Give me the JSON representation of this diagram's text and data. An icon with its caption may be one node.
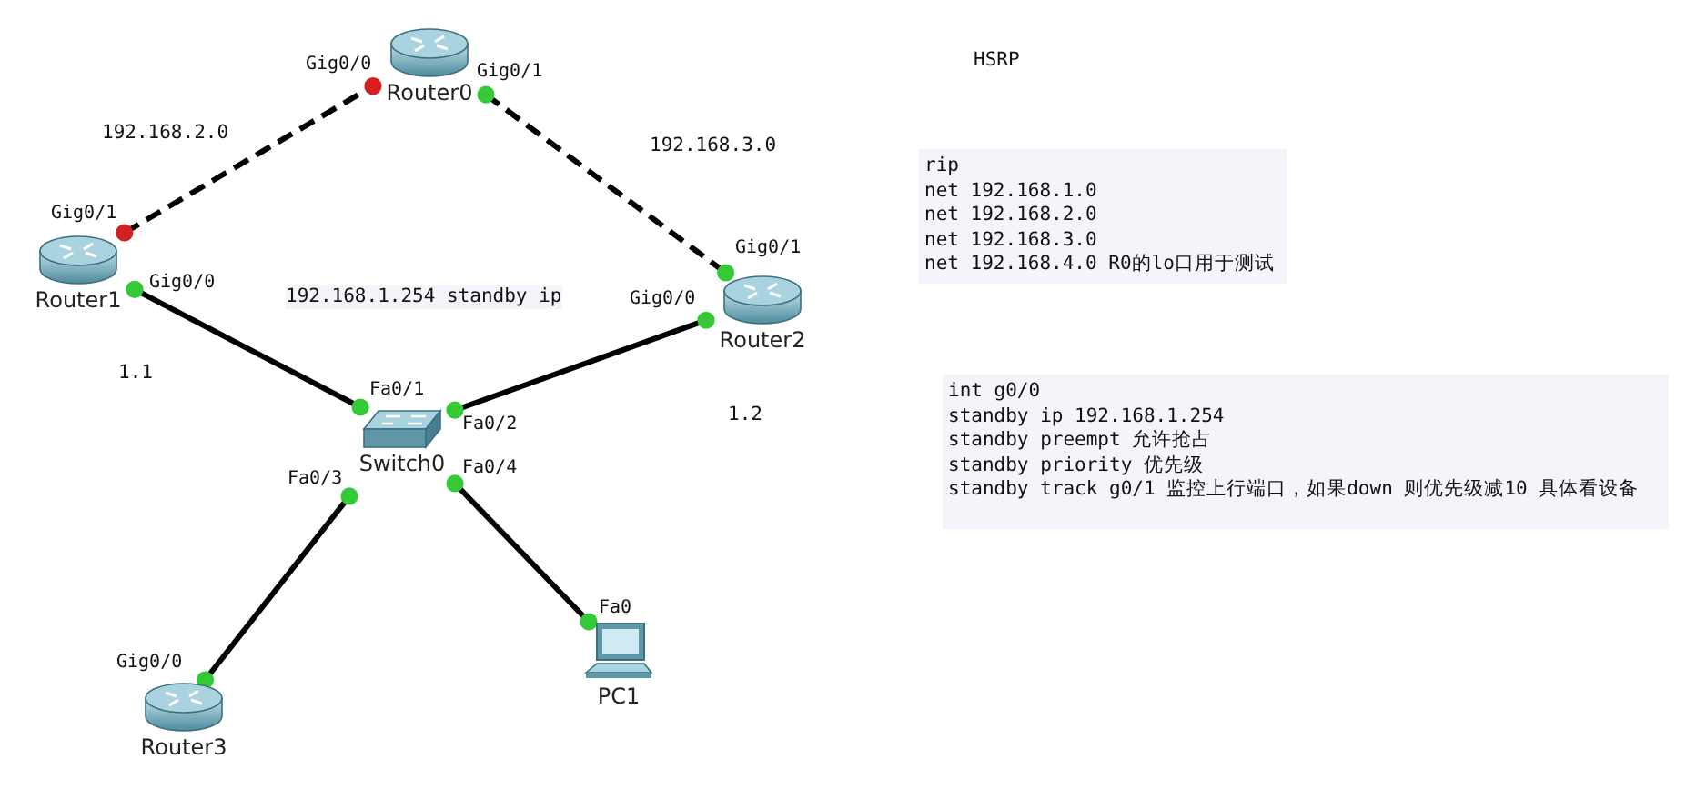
{
  "diagram": {
    "nodes": [
      {
        "text": [
          "Router0"
        ],
        "beside": [
          "Gig0/0",
          "Gig0/1"
        ]
      },
      {
        "text": [
          "Router1"
        ],
        "beside": [
          "Gig0/1",
          "Gig0/0"
        ]
      },
      {
        "text": [
          "Router2"
        ],
        "beside": [
          "Gig0/1",
          "Gig0/0"
        ]
      },
      {
        "text": [
          "Switch0"
        ],
        "beside": [
          "Fa0/1",
          "Fa0/2",
          "Fa0/3",
          "Fa0/4"
        ]
      },
      {
        "text": [
          "Router3"
        ],
        "beside": [
          "Gig0/0"
        ]
      },
      {
        "text": [
          "PC1"
        ],
        "beside": [
          "Fa0"
        ]
      }
    ],
    "edges": [
      {
        "from": 1,
        "to": 0,
        "arrow": "other",
        "style": "dashed"
      },
      {
        "from": 0,
        "to": 2,
        "arrow": "other",
        "style": "dashed"
      },
      {
        "from": 1,
        "to": 3,
        "arrow": "other"
      },
      {
        "from": 2,
        "to": 3,
        "arrow": "other"
      },
      {
        "from": 3,
        "to": 4,
        "arrow": "other"
      },
      {
        "from": 3,
        "to": 5,
        "arrow": "other"
      }
    ],
    "labels": [
      "HSRP",
      "192.168.2.0",
      "192.168.3.0",
      "rip",
      "net 192.168.1.0",
      "net 192.168.2.0",
      "net 192.168.3.0",
      "net 192.168.4.0 R0的lo口用于测试",
      "192.168.1.254  standby ip",
      "1.1",
      "1.2",
      "int g0/0",
      "standby ip 192.168.1.254",
      "standby preempt 允许抢占",
      "standby priority 优先级",
      "standby track g0/1 监控上行端口，如果down 则优先级减10 具体看设备"
    ]
  }
}
